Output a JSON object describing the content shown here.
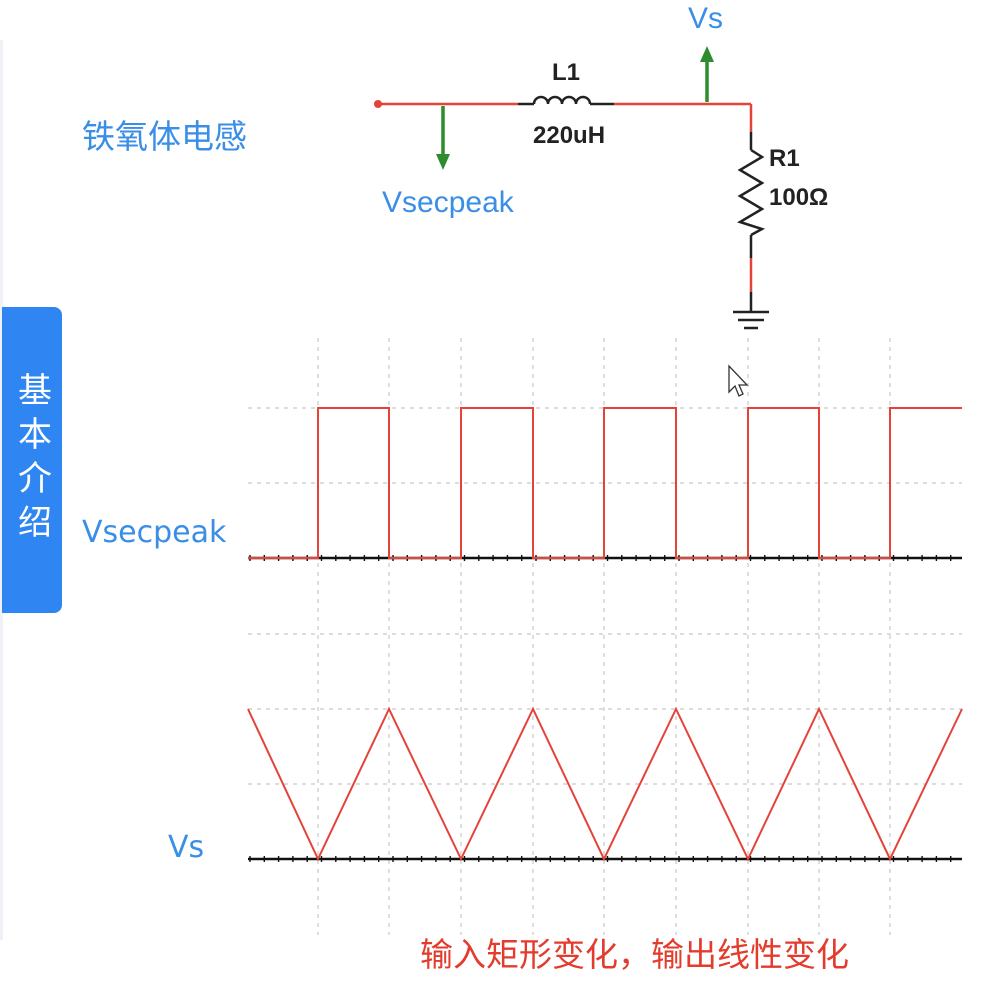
{
  "sidebar": {
    "tab_label": "基本介绍"
  },
  "title": "铁氧体电感",
  "circuit": {
    "inductor": {
      "name": "L1",
      "value": "220uH"
    },
    "resistor": {
      "name": "R1",
      "value": "100Ω"
    },
    "probe_input": "Vsecpeak",
    "probe_output": "Vs"
  },
  "waveforms": [
    {
      "label": "Vsecpeak",
      "shape": "square"
    },
    {
      "label": "Vs",
      "shape": "triangle"
    }
  ],
  "caption": "输入矩形变化，输出线性变化",
  "colors": {
    "trace": "#e4433a",
    "probe": "#2e8b2e",
    "label": "#3a8ee6",
    "tab": "#2f86f2",
    "caption": "#e33b2c"
  }
}
